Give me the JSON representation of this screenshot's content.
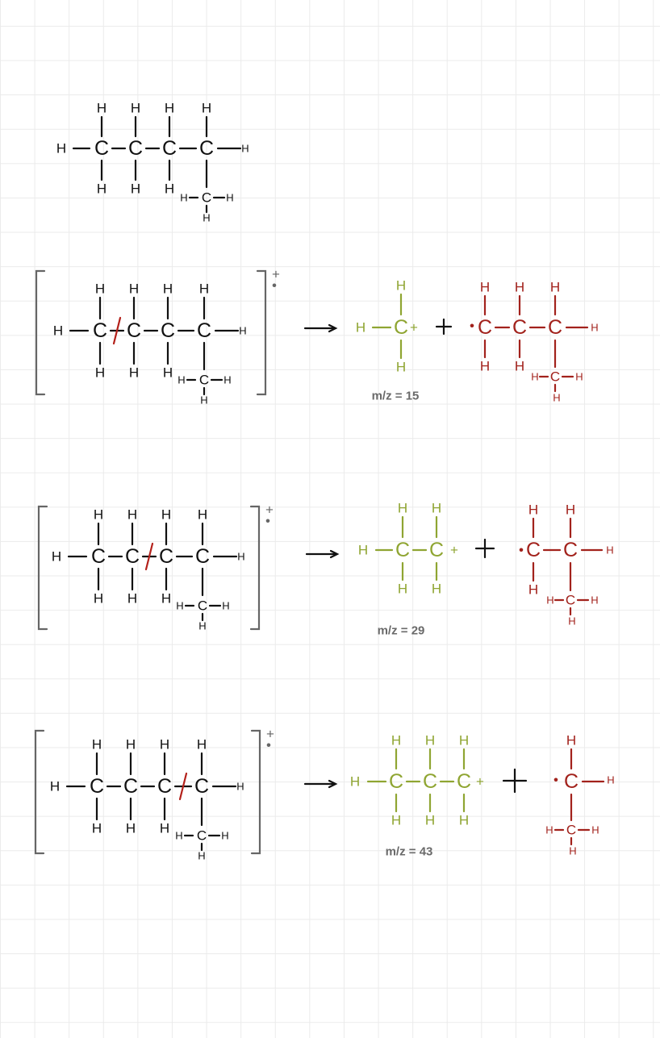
{
  "colors": {
    "ink": "#111111",
    "neutral_fragment": "#8fa532",
    "radical_fragment": "#a2221c",
    "cut_mark": "#b3201a",
    "bracket": "#666666",
    "label": "#6a6a6a",
    "grid": "#ebebeb"
  },
  "atoms": {
    "carbon": "C",
    "hydrogen": "H"
  },
  "symbols": {
    "charge": "+",
    "radical_dot": "•",
    "arrow": "⟶",
    "plus": "+"
  },
  "reactions": [
    {
      "cleavage": "C1–C2",
      "mz_label": "m/z = 15"
    },
    {
      "cleavage": "C2–C3",
      "mz_label": "m/z = 29"
    },
    {
      "cleavage": "C3–C4",
      "mz_label": "m/z = 43"
    }
  ]
}
